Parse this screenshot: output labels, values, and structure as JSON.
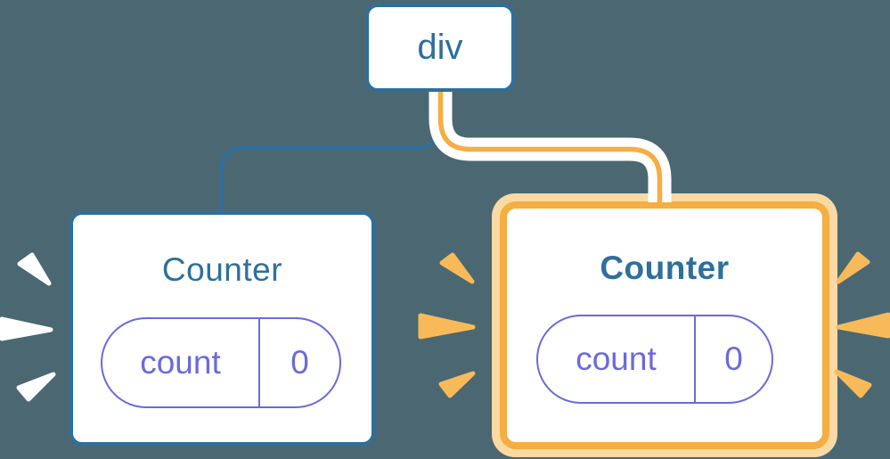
{
  "tree": {
    "root": {
      "label": "div"
    },
    "children": [
      {
        "id": "counter-left",
        "title": "Counter",
        "state": {
          "key": "count",
          "value": "0"
        },
        "highlighted": false
      },
      {
        "id": "counter-right",
        "title": "Counter",
        "state": {
          "key": "count",
          "value": "0"
        },
        "highlighted": true
      }
    ]
  },
  "colors": {
    "background": "#4B6872",
    "node_blue": "#2E6F9D",
    "state_purple": "#6A6ADC",
    "highlight_orange": "#F6AD42",
    "highlight_orange_light": "#FBD9A2",
    "burst_orange": "#F8BA59",
    "burst_white": "#FFFFFF"
  }
}
